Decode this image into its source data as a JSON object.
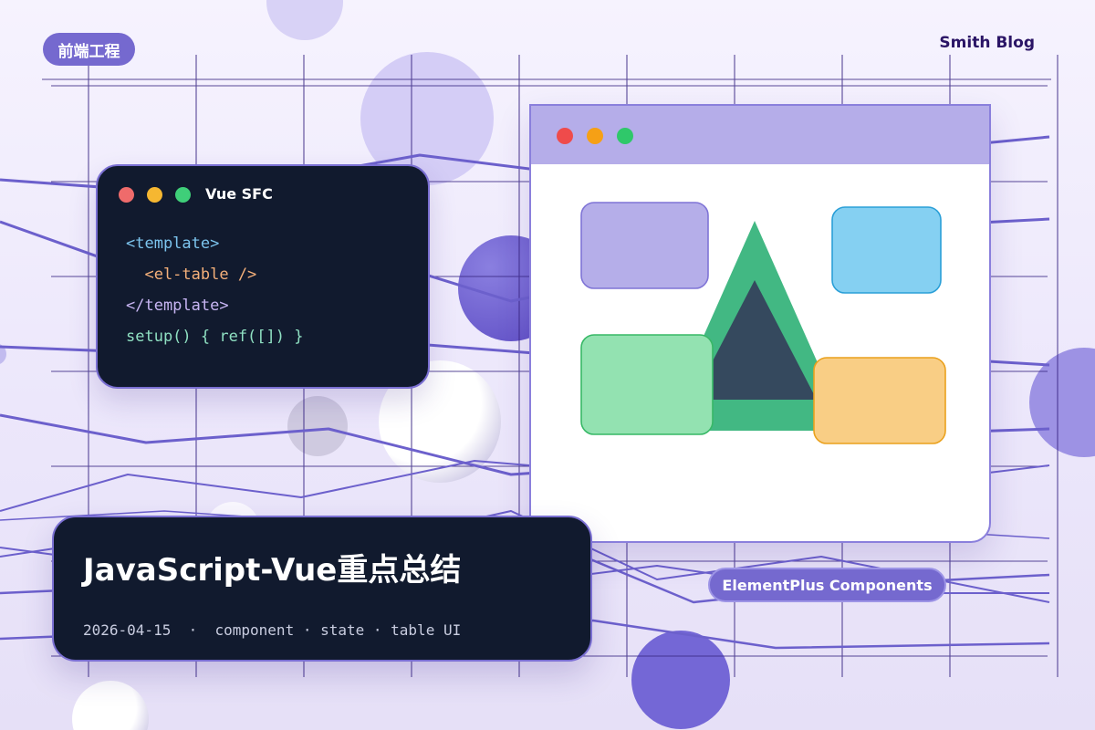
{
  "tag": {
    "label": "前端工程"
  },
  "brand": {
    "label": "Smith Blog"
  },
  "code_card": {
    "title": "Vue SFC",
    "lines": [
      "<template>",
      "  <el-table />",
      "</template>",
      "setup() { ref([]) }"
    ],
    "line_colors": [
      "#7cc4ee",
      "#f5b07a",
      "#c7b5f3",
      "#8fe0c2"
    ],
    "dot_colors": [
      "#ef6b6b",
      "#f6b731",
      "#3fcf79"
    ]
  },
  "window": {
    "dot_colors": [
      "#ef4b4b",
      "#f6a015",
      "#2fc86a"
    ],
    "colors": {
      "bar": "#b5ade9",
      "vue_outer": "#42b883",
      "vue_inner": "#35495e",
      "block_purple": "#b5aee9",
      "block_blue": "#85d0f2",
      "block_green": "#93e2b1",
      "block_orange": "#f9ce85"
    }
  },
  "title_card": {
    "title": "JavaScript-Vue重点总结",
    "date": "2026-04-15",
    "topics": "component · state · table UI"
  },
  "badge": {
    "label": "ElementPlus Components"
  },
  "colors": {
    "accent": "#7569cf",
    "dark_card": "#111a2e",
    "background": "#efebfc"
  }
}
